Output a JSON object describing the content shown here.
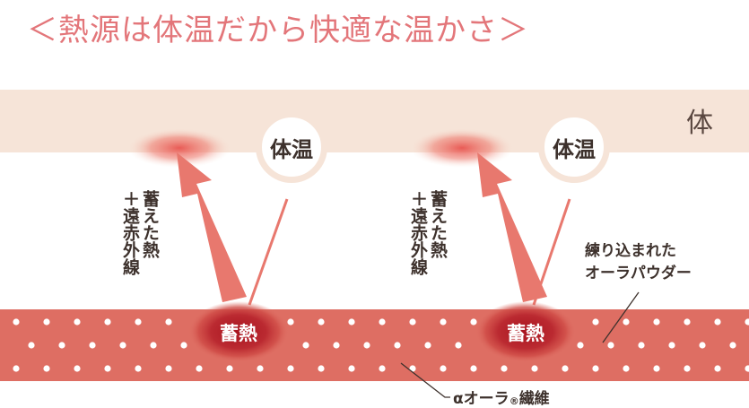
{
  "title": "＜熱源は体温だから快適な温かさ＞",
  "body_label": "体",
  "units": [
    {
      "temp_label": "体温",
      "arrow_text": "蓄えた熱\n＋遠赤外線",
      "heat_label": "蓄熱"
    },
    {
      "temp_label": "体温",
      "arrow_text": "蓄えた熱\n＋遠赤外線",
      "heat_label": "蓄熱"
    }
  ],
  "callouts": {
    "powder": "練り込まれた\nオーラパウダー",
    "fiber_main": "αオーラ",
    "fiber_mark": "®",
    "fiber_suffix": "繊維"
  },
  "colors": {
    "title": "#e3767a",
    "body_band": "#f6e4d8",
    "fabric": "#de6e63",
    "arrow": "#e8786e",
    "heat_core": "#b5232c"
  }
}
